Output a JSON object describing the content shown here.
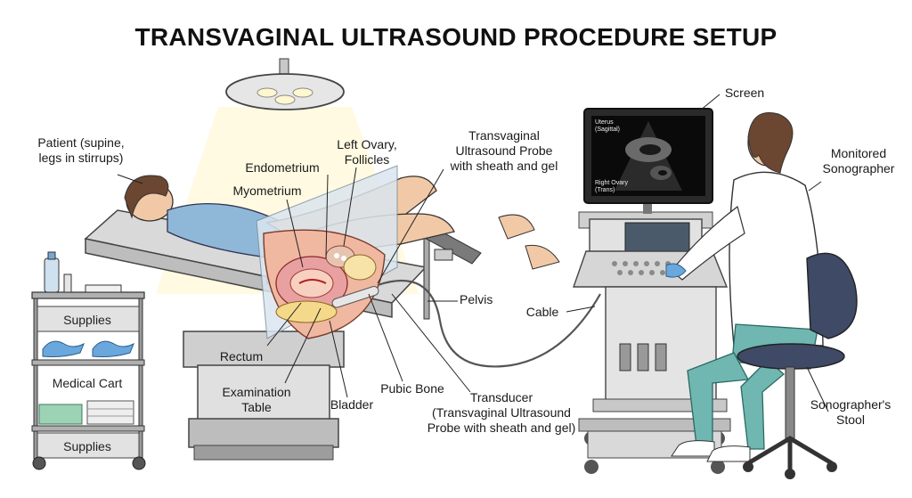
{
  "title": "TRANSVAGINAL ULTRASOUND PROCEDURE SETUP",
  "labels": {
    "patient": "Patient (supine,\nlegs in stirrups)",
    "left_ovary": "Left Ovary,\nFollicles",
    "endometrium": "Endometrium",
    "myometrium": "Myometrium",
    "probe": "Transvaginal\nUltrasound Probe\nwith sheath and gel",
    "screen": "Screen",
    "monitored_sonographer": "Monitored\nSonographer",
    "pelvis": "Pelvis",
    "cable": "Cable",
    "rectum": "Rectum",
    "examination_table": "Examination\nTable",
    "bladder": "Bladder",
    "pubic_bone": "Pubic Bone",
    "transducer": "Transducer\n(Transvaginal Ultrasound\nProbe with sheath and gel)",
    "stool": "Sonographer's\nStool"
  },
  "cart": {
    "top": "Supplies",
    "middle": "Medical Cart",
    "bottom": "Supplies"
  },
  "screen_text": {
    "uterus": "Uterus\n(Sagittal)",
    "ovary": "Right Ovary\n(Trans)"
  },
  "colors": {
    "accent_blue": "#5b9bd5",
    "scrub_teal": "#6fb7b0",
    "gown_blue": "#8fb8d8",
    "tissue_pink": "#e9a0a0"
  }
}
